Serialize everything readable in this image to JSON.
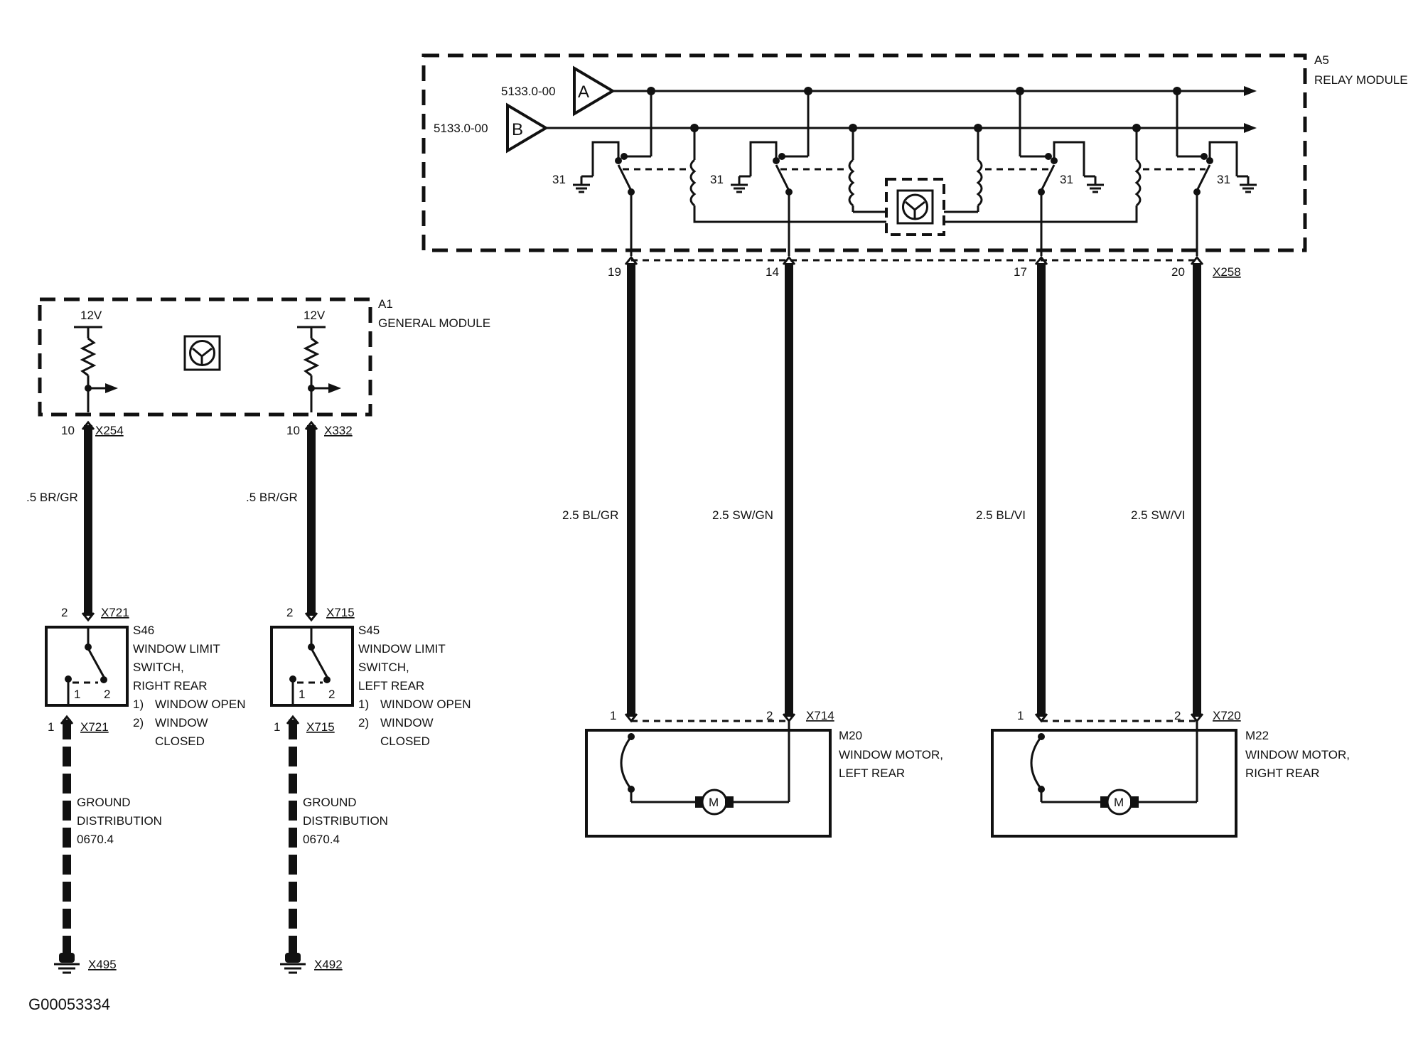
{
  "figure_id": "G00053334",
  "relay_module": {
    "ref": "A5",
    "name": "RELAY MODULE",
    "input_a": {
      "letter": "A",
      "ref": "5133.0-00"
    },
    "input_b": {
      "letter": "B",
      "ref": "5133.0-00"
    },
    "ground_label": "31",
    "connector": "X258",
    "pins": [
      "19",
      "14",
      "17",
      "20"
    ]
  },
  "general_module": {
    "ref": "A1",
    "name": "GENERAL MODULE",
    "supply": "12V"
  },
  "left_circuits": [
    {
      "pin_top": "10",
      "conn_top": "X254",
      "wire": ".5 BR/GR",
      "sw_pin_top": "2",
      "sw_conn_top": "X721",
      "switch_ref": "S46",
      "switch_line1": "WINDOW LIMIT",
      "switch_line2": "SWITCH,",
      "switch_line3": "RIGHT REAR",
      "opt1_num": "1)",
      "opt1": "WINDOW OPEN",
      "opt2_num": "2)",
      "opt2a": "WINDOW",
      "opt2b": "CLOSED",
      "contact1": "1",
      "contact2": "2",
      "sw_pin_bottom": "1",
      "sw_conn_bottom": "X721",
      "gnd1": "GROUND",
      "gnd2": "DISTRIBUTION",
      "gnd3": "0670.4",
      "ground_conn": "X495"
    },
    {
      "pin_top": "10",
      "conn_top": "X332",
      "wire": ".5 BR/GR",
      "sw_pin_top": "2",
      "sw_conn_top": "X715",
      "switch_ref": "S45",
      "switch_line1": "WINDOW LIMIT",
      "switch_line2": "SWITCH,",
      "switch_line3": "LEFT REAR",
      "opt1_num": "1)",
      "opt1": "WINDOW OPEN",
      "opt2_num": "2)",
      "opt2a": "WINDOW",
      "opt2b": "CLOSED",
      "contact1": "1",
      "contact2": "2",
      "sw_pin_bottom": "1",
      "sw_conn_bottom": "X715",
      "gnd1": "GROUND",
      "gnd2": "DISTRIBUTION",
      "gnd3": "0670.4",
      "ground_conn": "X492"
    }
  ],
  "wires": [
    "2.5 BL/GR",
    "2.5 SW/GN",
    "2.5 BL/VI",
    "2.5 SW/VI"
  ],
  "motors": [
    {
      "ref": "M20",
      "line1": "WINDOW MOTOR,",
      "line2": "LEFT REAR",
      "connector": "X714",
      "pin1": "1",
      "pin2": "2",
      "symbol": "M"
    },
    {
      "ref": "M22",
      "line1": "WINDOW MOTOR,",
      "line2": "RIGHT REAR",
      "connector": "X720",
      "pin1": "1",
      "pin2": "2",
      "symbol": "M"
    }
  ]
}
